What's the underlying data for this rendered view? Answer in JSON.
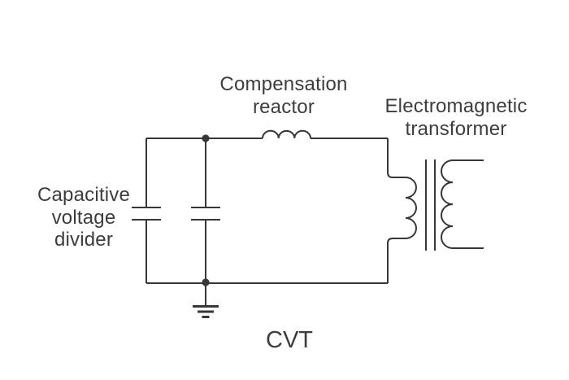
{
  "colors": {
    "line": "#373737",
    "text": "#3d3d3d",
    "background": "#ffffff"
  },
  "labels": {
    "capacitive_divider": {
      "line1": "Capacitive",
      "line2": "voltage",
      "line3": "divider"
    },
    "compensation_reactor": {
      "line1": "Compensation",
      "line2": "reactor"
    },
    "electromagnetic_transformer": {
      "line1": "Electromagnetic",
      "line2": "transformer"
    },
    "caption": "CVT"
  },
  "components": [
    {
      "name": "capacitive-voltage-divider",
      "type": "capacitor-pair",
      "capacitors": 2
    },
    {
      "name": "compensation-reactor",
      "type": "inductor",
      "turns": 3
    },
    {
      "name": "electromagnetic-transformer",
      "type": "transformer",
      "primary_turns": 3,
      "secondary_turns": 4
    },
    {
      "name": "earth-ground",
      "type": "ground"
    }
  ]
}
